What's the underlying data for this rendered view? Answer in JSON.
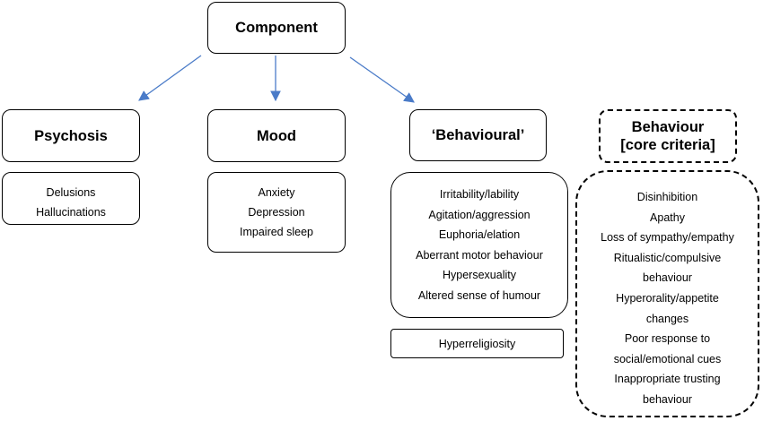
{
  "root": {
    "label": "Component"
  },
  "columns": {
    "psychosis": {
      "title": "Psychosis",
      "items": [
        "Delusions",
        "Hallucinations"
      ]
    },
    "mood": {
      "title": "Mood",
      "items": [
        "Anxiety",
        "Depression",
        "Impaired sleep"
      ]
    },
    "behavioural": {
      "title": "‘Behavioural’",
      "items": [
        "Irritability/lability",
        "Agitation/aggression",
        "Euphoria/elation",
        "Aberrant motor behaviour",
        "Hypersexuality",
        "Altered sense of humour"
      ],
      "extra": "Hyperreligiosity"
    },
    "behaviour_core": {
      "title_line1": "Behaviour",
      "title_line2": "[core criteria]",
      "items": [
        "Disinhibition",
        "Apathy",
        "Loss of sympathy/empathy",
        "Ritualistic/compulsive",
        "behaviour",
        "Hyperorality/appetite",
        "changes",
        "Poor response to",
        "social/emotional cues",
        "Inappropriate trusting",
        "behaviour"
      ]
    }
  },
  "colors": {
    "arrow": "#4a7bc8",
    "border": "#000000"
  }
}
